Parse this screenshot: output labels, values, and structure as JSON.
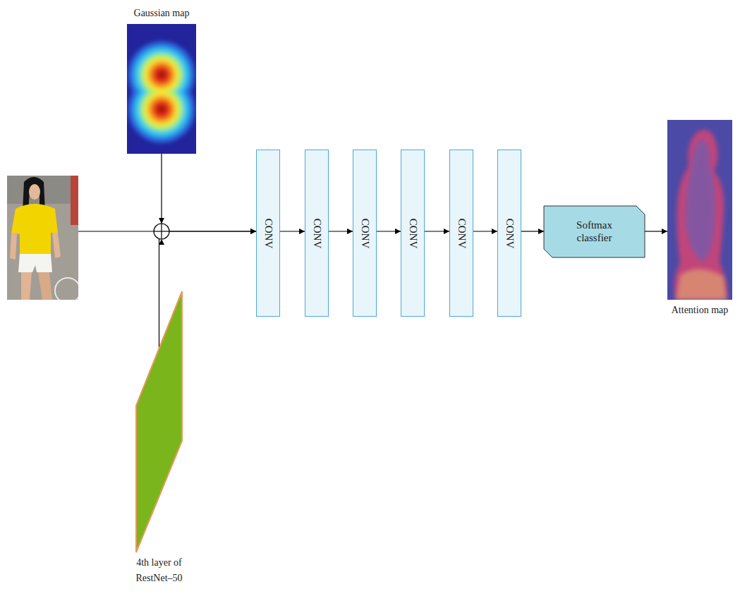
{
  "diagram": {
    "nodes": [
      {
        "text": [
          "Gaussian map"
        ]
      },
      {
        "text": [
          "4th layer of RestNet–50"
        ]
      },
      {
        "text": [
          "CONV"
        ]
      },
      {
        "text": [
          "CONV"
        ]
      },
      {
        "text": [
          "CONV"
        ]
      },
      {
        "text": [
          "CONV"
        ]
      },
      {
        "text": [
          "CONV"
        ]
      },
      {
        "text": [
          "CONV"
        ]
      },
      {
        "text": [
          "Softmax classfier"
        ]
      },
      {
        "text": [
          "Attention map"
        ]
      }
    ],
    "edges": [
      {
        "from": 0,
        "to": 2,
        "arrow": "to"
      },
      {
        "from": 1,
        "to": 2,
        "arrow": "to"
      },
      {
        "from": 2,
        "to": 3,
        "arrow": "to"
      },
      {
        "from": 3,
        "to": 4,
        "arrow": "to"
      },
      {
        "from": 4,
        "to": 5,
        "arrow": "to"
      },
      {
        "from": 5,
        "to": 6,
        "arrow": "to"
      },
      {
        "from": 6,
        "to": 7,
        "arrow": "to"
      },
      {
        "from": 7,
        "to": 8,
        "arrow": "to"
      },
      {
        "from": 8,
        "to": 9,
        "arrow": "to"
      }
    ]
  }
}
